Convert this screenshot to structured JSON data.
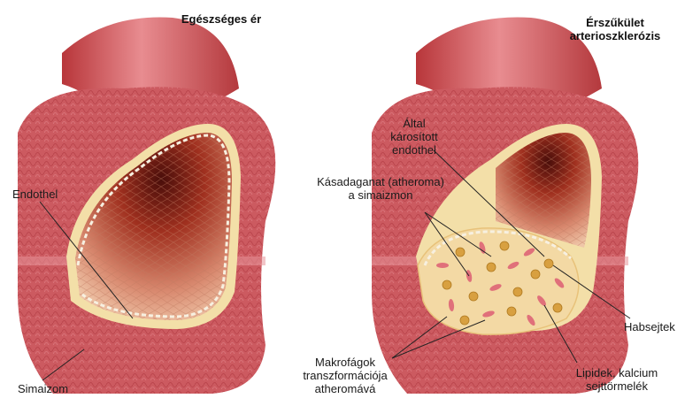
{
  "panels": {
    "healthy": {
      "title": "Egészséges ér",
      "labels": {
        "endothel": "Endothel",
        "simaizom": "Simaizom"
      }
    },
    "diseased": {
      "title": "Érszűkület\narterioszklerózis",
      "labels": {
        "damaged_endothel": "Által\nkárosított\nendothel",
        "atheroma": "Kásadaganat (atheroma)\na simaizmon",
        "foam_cells": "Habsejtek",
        "macrophages": "Makrofágok\ntranszformációja\natheromává",
        "lipids": "Lipidek, kalcium\nsejttörmelék"
      }
    }
  },
  "colors": {
    "vessel_outer": "#c8464a",
    "vessel_light": "#e89aa0",
    "muscle_layer": "#d76870",
    "muscle_dark": "#b53c44",
    "intima_yellow": "#f3dfa8",
    "lumen_dark": "#5b1410",
    "lumen_mid": "#b23a2a",
    "lumen_light": "#e8b59a",
    "plaque": "#f3d9a4",
    "plaque_cell": "#e0707a",
    "foam_cell": "#d8a040",
    "leader": "#222222"
  }
}
